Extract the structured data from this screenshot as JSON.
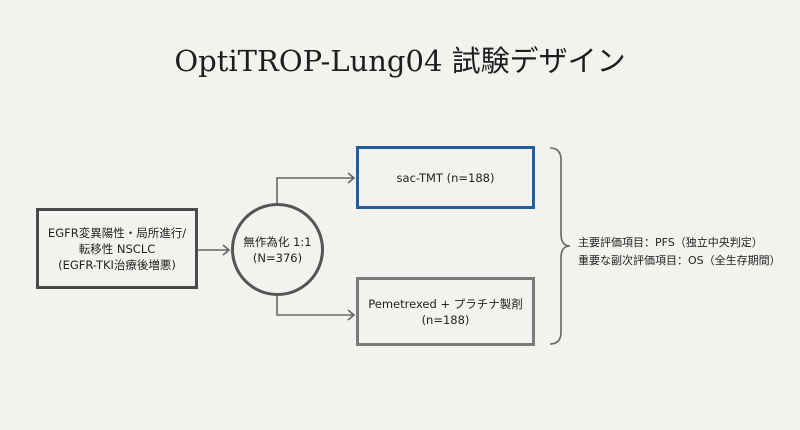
{
  "title": "OptiTROP-Lung04 試験デザイン",
  "population": {
    "line1": "EGFR変異陽性・局所進行/",
    "line2": "転移性 NSCLC",
    "line3": "(EGFR-TKI治療後増悪)"
  },
  "randomization": {
    "line1": "無作為化 1:1",
    "line2": "(N=376)"
  },
  "arms": [
    {
      "line1": "sac-TMT (n=188)"
    },
    {
      "line1": "Pemetrexed + プラチナ製剤",
      "line2": "(n=188)"
    }
  ],
  "endpoints": {
    "primary": "主要評価項目：PFS（独立中央判定）",
    "secondary": "重要な副次評価項目：OS（全生存期間）"
  },
  "colors": {
    "accent": "#1f5fa0",
    "background": "#f3f2ef"
  }
}
